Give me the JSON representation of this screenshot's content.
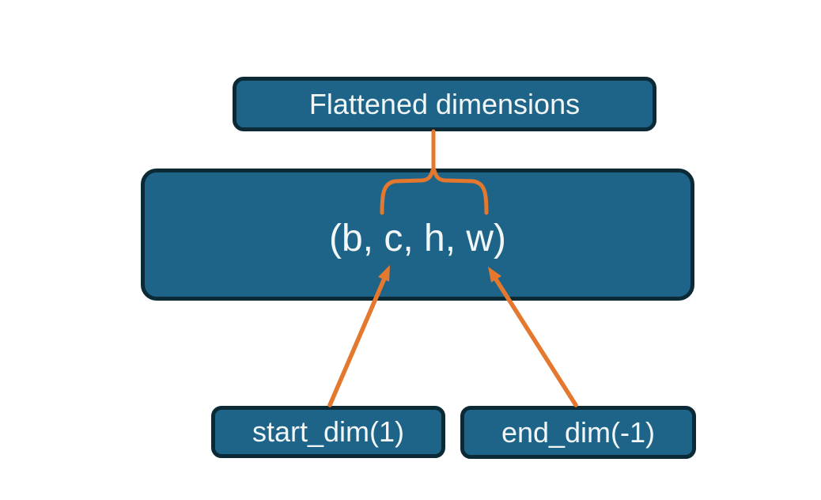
{
  "diagram": {
    "title_box": {
      "label": "Flattened dimensions"
    },
    "tensor_box": {
      "label": "(b, c, h, w)"
    },
    "start_dim_box": {
      "label": "start_dim(1)"
    },
    "end_dim_box": {
      "label": "end_dim(-1)"
    },
    "colors": {
      "box_fill": "#1d6488",
      "box_border": "#0c2a35",
      "accent_orange": "#e4782e",
      "label_text": "#f2f6f7",
      "background": "#ffffff"
    }
  }
}
